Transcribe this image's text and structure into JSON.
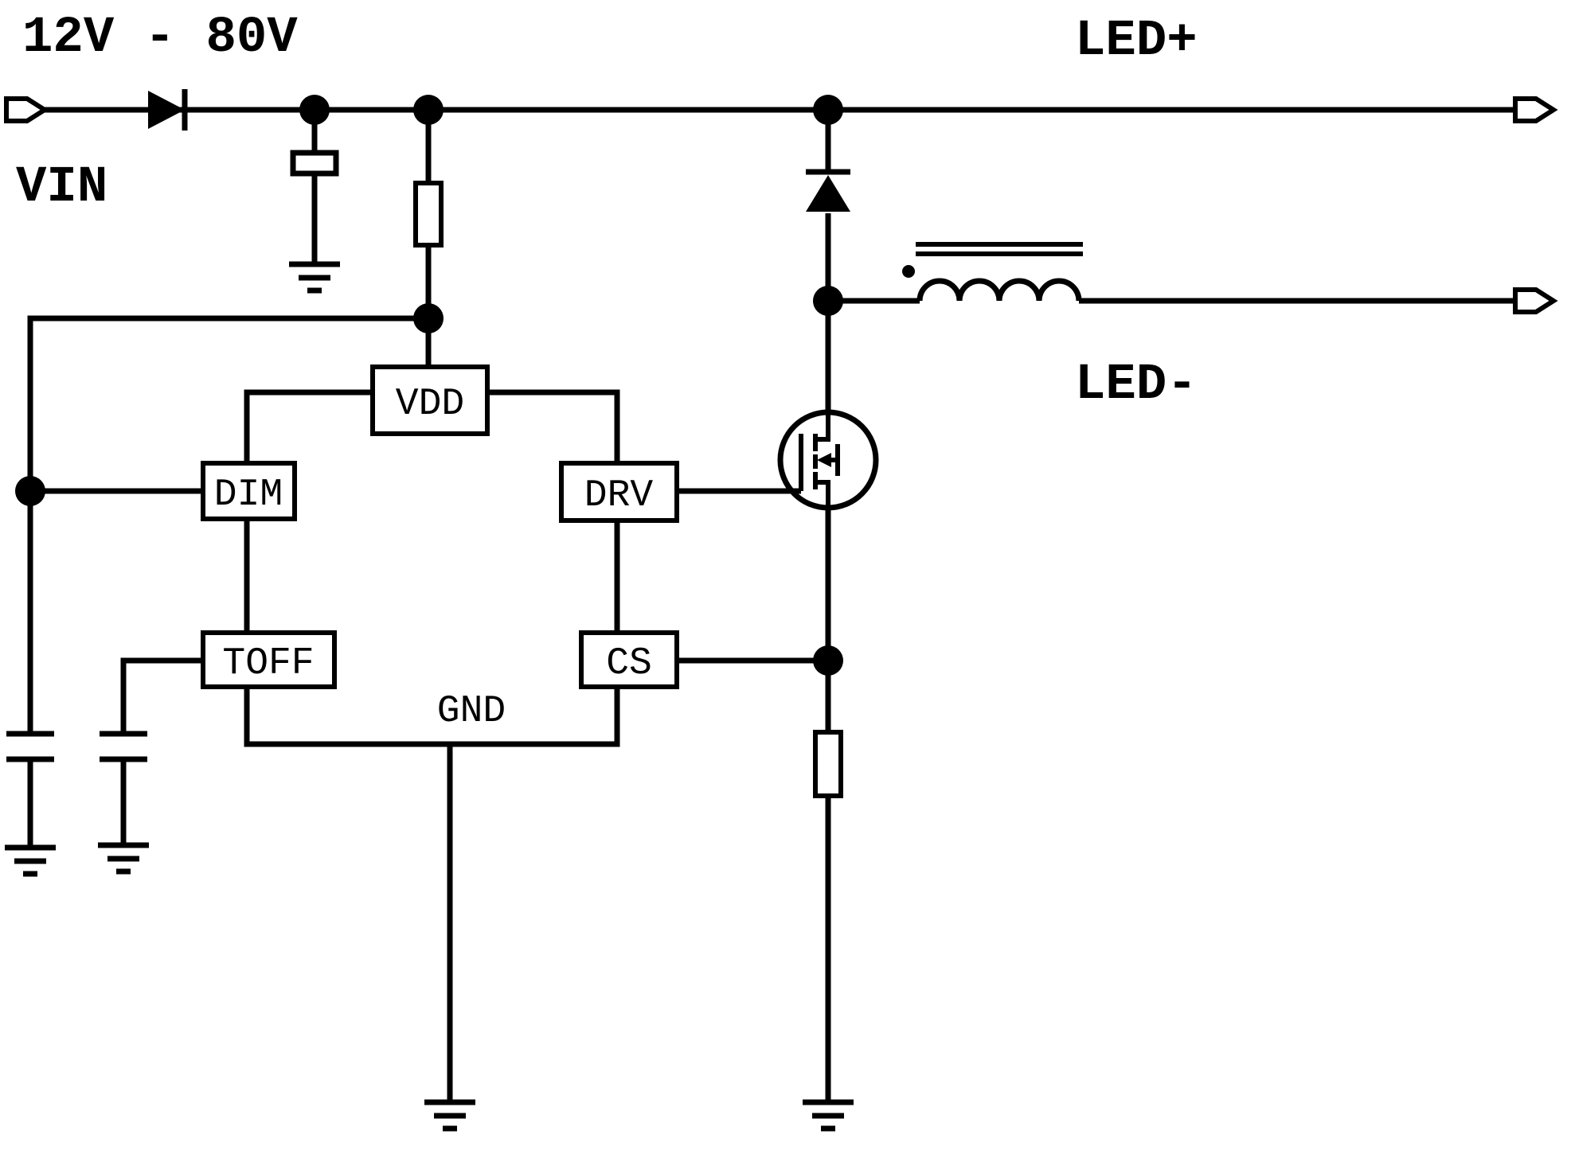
{
  "diagram": {
    "type": "circuit-schematic",
    "description": "LED driver buck converter schematic with control IC, input diode, freewheeling diode, MOSFET, inductor and current-sense resistor",
    "labels": {
      "input_range": "12V - 80V",
      "vin": "VIN",
      "led_plus": "LED+",
      "led_minus": "LED-"
    },
    "ic": {
      "pins": {
        "vdd": "VDD",
        "dim": "DIM",
        "drv": "DRV",
        "toff": "TOFF",
        "cs": "CS",
        "gnd": "GND"
      }
    },
    "components": [
      "input-terminal",
      "input-diode",
      "input-capacitor",
      "vdd-resistor",
      "dim-capacitor",
      "toff-capacitor",
      "control-ic",
      "freewheel-diode",
      "inductor",
      "mosfet",
      "sense-resistor",
      "led-plus-terminal",
      "led-minus-terminal",
      "ground-symbols"
    ],
    "colors": {
      "line": "#000000",
      "background": "#ffffff"
    }
  }
}
